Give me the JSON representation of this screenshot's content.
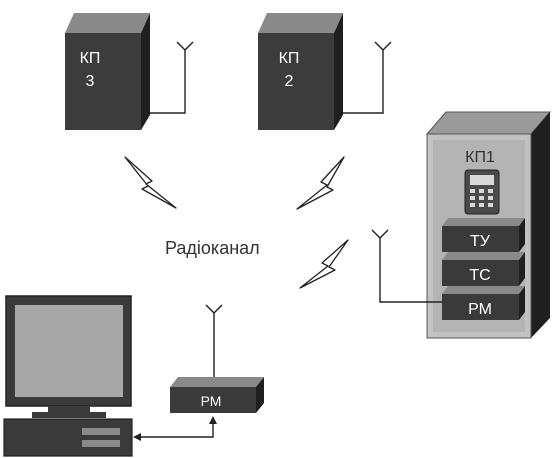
{
  "diagram": {
    "kp3": {
      "line1": "КП",
      "line2": "3"
    },
    "kp2": {
      "line1": "КП",
      "line2": "2"
    },
    "kp1": {
      "title": "КП1",
      "modules": [
        "ТУ",
        "ТС",
        "РМ"
      ]
    },
    "radio_label": "Радіоканал",
    "workstation_modem": "РМ"
  },
  "colors": {
    "cabinet_front": "#3c3c3c",
    "cabinet_side": "#222222",
    "cabinet_top": "#8a8a8a",
    "kp1_frame": "#b8b8b8",
    "module_face": "#3a3a3a",
    "line": "#222222"
  }
}
